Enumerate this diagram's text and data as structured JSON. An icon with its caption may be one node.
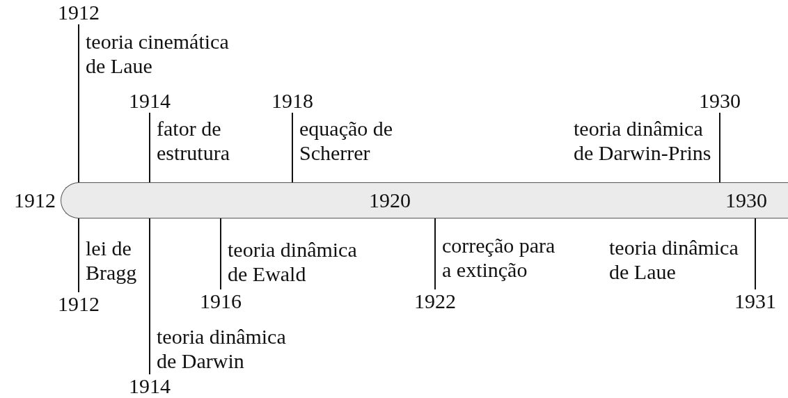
{
  "diagram": {
    "nodes": [
      {
        "text": [
          "1912"
        ],
        "beside": [
          "teoria cinemática de Laue"
        ]
      },
      {
        "text": [
          "1914"
        ],
        "beside": [
          "fator de estrutura"
        ]
      },
      {
        "text": [
          "1918"
        ],
        "beside": [
          "equação de Scherrer"
        ]
      },
      {
        "text": [
          "1930"
        ],
        "beside": [
          "teoria dinâmica de Darwin-Prins"
        ]
      },
      {
        "text": [],
        "shape": "bar"
      },
      {
        "text": [
          "1912"
        ],
        "beside": [
          "lei de Bragg"
        ]
      },
      {
        "text": [
          "1914"
        ],
        "beside": [
          "teoria dinâmica de Darwin"
        ]
      },
      {
        "text": [
          "1916"
        ],
        "beside": [
          "teoria dinâmica de Ewald"
        ]
      },
      {
        "text": [
          "1922"
        ],
        "beside": [
          "correção para a extinção"
        ]
      },
      {
        "text": [
          "1931"
        ],
        "beside": [
          "teoria dinâmica de Laue"
        ]
      }
    ],
    "edges": [
      {
        "from": 0,
        "to": 4,
        "arrow": "none"
      },
      {
        "from": 1,
        "to": 4,
        "arrow": "none"
      },
      {
        "from": 2,
        "to": 4,
        "arrow": "none"
      },
      {
        "from": 3,
        "to": 4,
        "arrow": "none"
      },
      {
        "from": 5,
        "to": 4,
        "arrow": "none"
      },
      {
        "from": 6,
        "to": 4,
        "arrow": "none"
      },
      {
        "from": 7,
        "to": 4,
        "arrow": "none"
      },
      {
        "from": 8,
        "to": 4,
        "arrow": "none"
      },
      {
        "from": 9,
        "to": 4,
        "arrow": "none"
      }
    ],
    "labels": [
      "1912",
      "1920",
      "1930"
    ]
  }
}
